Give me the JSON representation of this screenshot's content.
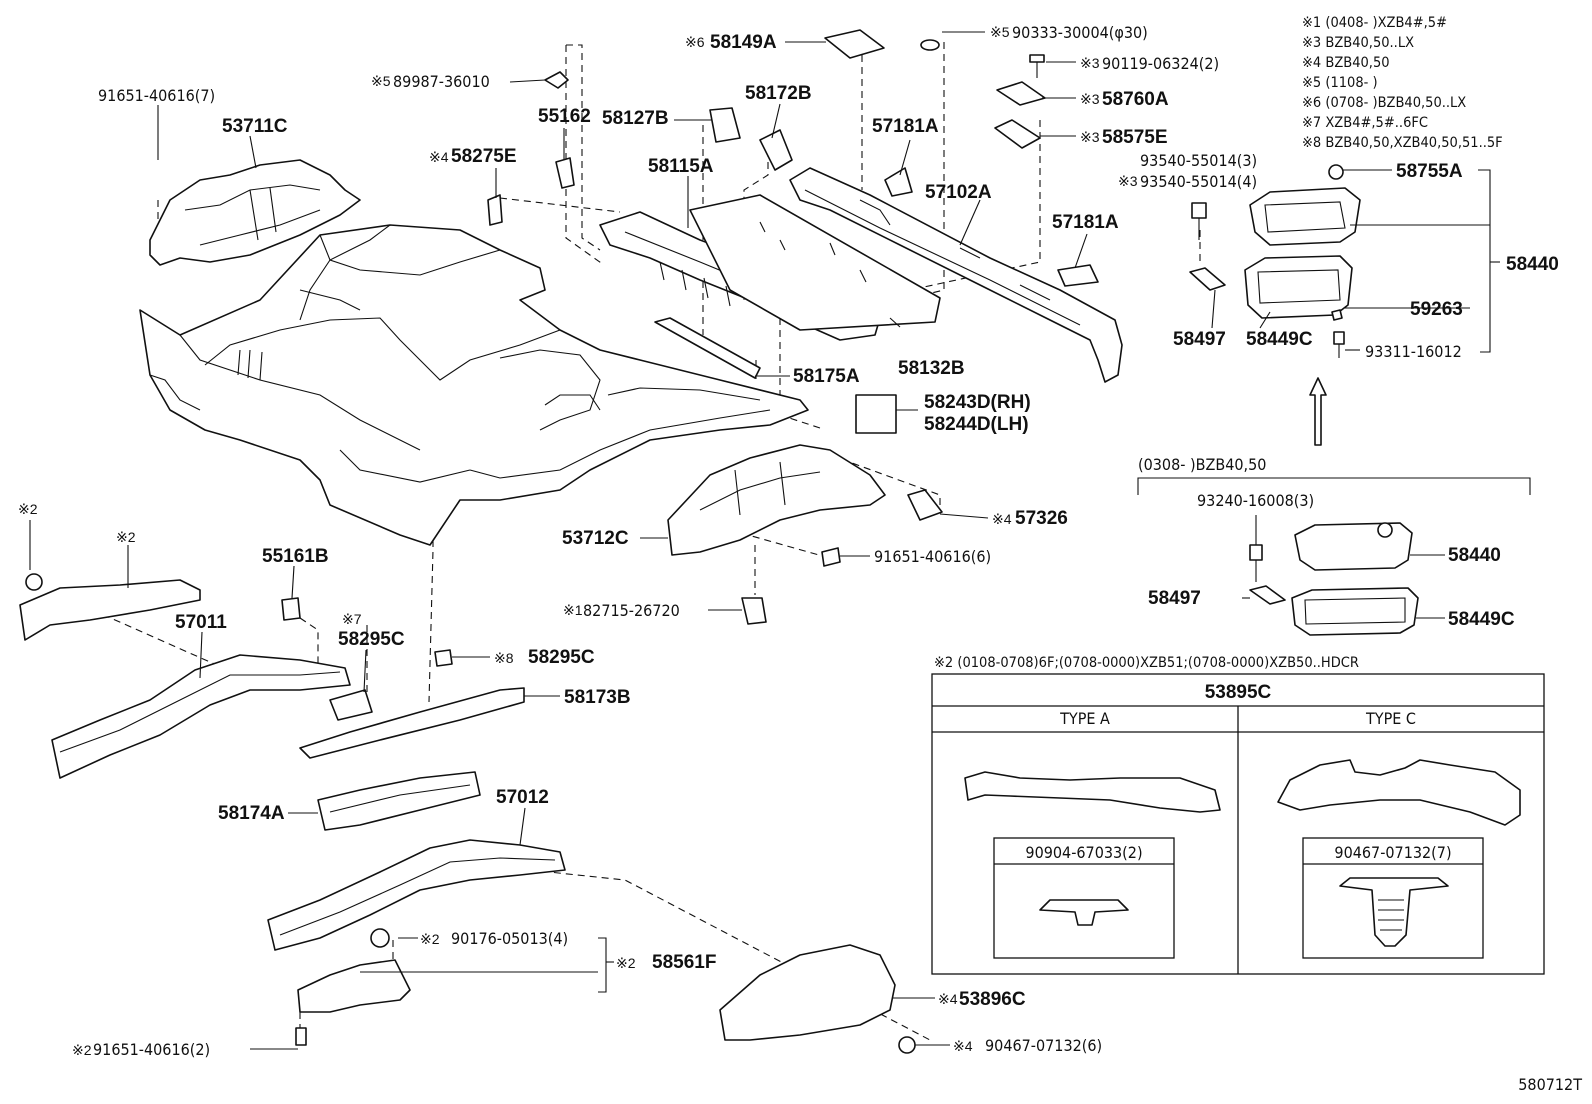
{
  "diagram": {
    "code": "580712T",
    "notes": [
      "※1 (0408-      )XZB4#,5#",
      "※3 BZB40,50..LX",
      "※4 BZB40,50",
      "※5 (1108-      )",
      "※6 (0708-      )BZB40,50..LX",
      "※7 XZB4#,5#..6FC",
      "※8 BZB40,50,XZB40,50,51..5F"
    ],
    "note2": "※2 (0108-0708)6F;(0708-0000)XZB51;(0708-0000)XZB50..HDCR",
    "variant_label": "(0308-      )BZB40,50",
    "parts": {
      "p9165140616_7": "91651-40616(7)",
      "p53711C": "53711C",
      "p8998736010": "89987-36010",
      "p58275E": "58275E",
      "p55162": "55162",
      "p58127B": "58127B",
      "p58149A": "58149A",
      "p58172B": "58172B",
      "p58115A": "58115A",
      "p9033330004": "90333-30004(φ30)",
      "p9011906324": "90119-06324(2)",
      "p58760A": "58760A",
      "p58575E": "58575E",
      "p57181A_1": "57181A",
      "p57102A": "57102A",
      "p57181A_2": "57181A",
      "p58132B": "58132B",
      "p58175A": "58175A",
      "p58243D": "58243D(RH)",
      "p58244D": "58244D(LH)",
      "p53712C": "53712C",
      "p57326": "57326",
      "p9165140616_6": "91651-40616(6)",
      "p8271526720": "82715-26720",
      "p55161B": "55161B",
      "p57011": "57011",
      "p58295C_1": "58295C",
      "p58295C_2": "58295C",
      "p58173B": "58173B",
      "p58174A": "58174A",
      "p57012": "57012",
      "p9017605013": "90176-05013(4)",
      "p58561F": "58561F",
      "p9165140616_2": "91651-40616(2)",
      "p53896C": "53896C",
      "p9046707132_6": "90467-07132(6)",
      "p9354055014_3": "93540-55014(3)",
      "p9354055014_4": "93540-55014(4)",
      "p58755A": "58755A",
      "p58440": "58440",
      "p59263": "59263",
      "p9331116012": "93311-16012",
      "p58497": "58497",
      "p58449C": "58449C",
      "p9324016008": "93240-16008(3)",
      "p58440_b": "58440",
      "p58497_b": "58497",
      "p58449C_b": "58449C"
    },
    "marks": {
      "m2": "※2",
      "m3": "※3",
      "m4": "※4",
      "m5": "※5",
      "m6": "※6",
      "m7": "※7",
      "m8": "※8",
      "m1": "※1"
    },
    "table": {
      "title": "53895C",
      "col_a": "TYPE A",
      "col_c": "TYPE C",
      "clip_a": "90904-67033(2)",
      "clip_c": "90467-07132(7)"
    }
  }
}
